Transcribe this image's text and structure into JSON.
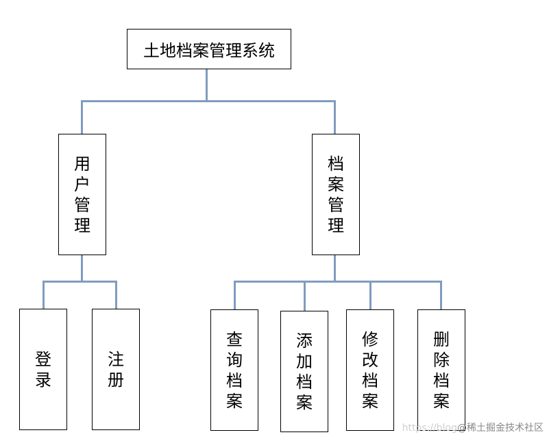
{
  "root": "土地档案管理系统",
  "branches": [
    {
      "label": "用\n户\n管\n理",
      "children": [
        "登\n录",
        "注\n册"
      ]
    },
    {
      "label": "档\n案\n管\n理",
      "children": [
        "查\n询\n档\n案",
        "添\n加\n档\n案",
        "修\n改\n档\n案",
        "删\n除\n档\n案"
      ]
    }
  ],
  "watermark": {
    "prefix": "https://blog",
    "text": "@稀土掘金技术社区"
  },
  "colors": {
    "connector": "#7f9cbf",
    "border": "#000000",
    "background": "#ffffff"
  }
}
